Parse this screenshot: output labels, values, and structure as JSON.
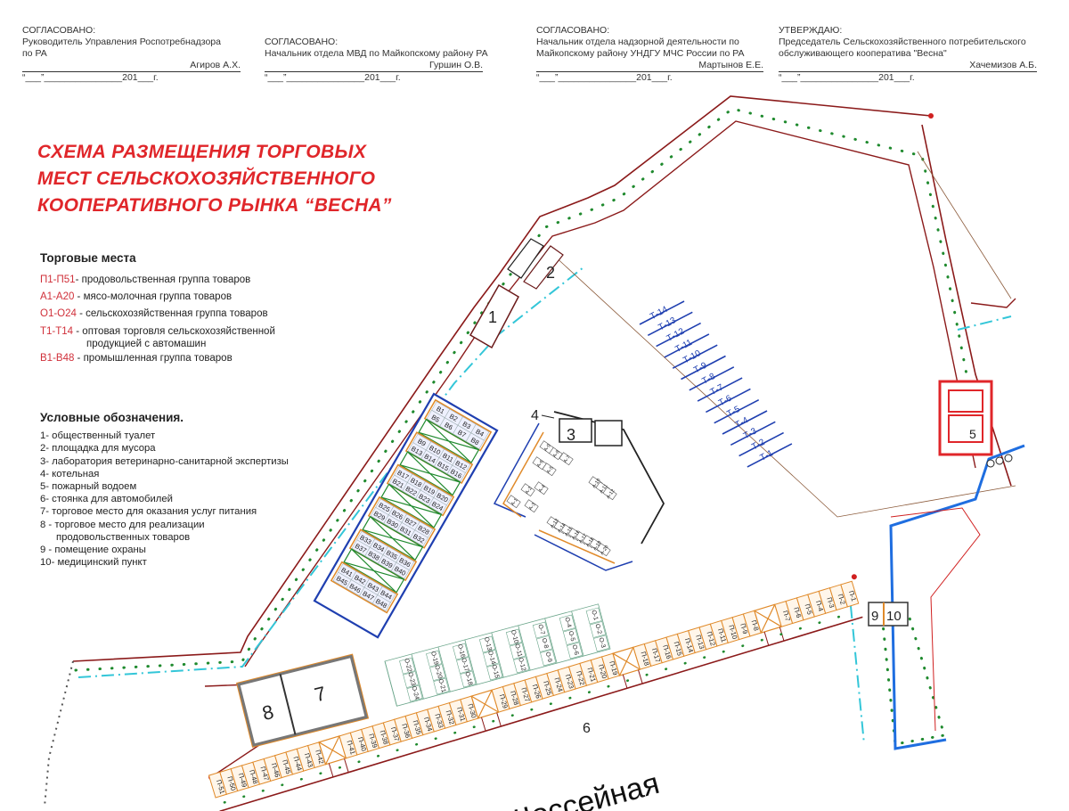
{
  "approvals": [
    {
      "heading": "СОГЛАСОВАНО:",
      "position": [
        "Руководитель Управления Роспотребнадзора",
        "по РА"
      ],
      "name": "Агиров А.Х.",
      "date": "“___”_______________201___г."
    },
    {
      "heading": "СОГЛАСОВАНО:",
      "position": [
        "Начальник отдела МВД по Майкопскому району РА"
      ],
      "name": "Гуршин О.В.",
      "date": "“___”_______________201___г."
    },
    {
      "heading": "СОГЛАСОВАНО:",
      "position": [
        "Начальник отдела надзорной деятельности по",
        "Майкопскому району УНДГУ МЧС России по РА"
      ],
      "name": "Мартынов Е.Е.",
      "date": "“___”_______________201___г."
    },
    {
      "heading": "УТВЕРЖДАЮ:",
      "position": [
        "Председатель Сельскохозяйственного потребительского",
        "обслуживающего кооператива \"Весна\""
      ],
      "name": "Хачемизов А.Б.",
      "date": "“___”_______________201___г."
    }
  ],
  "title": [
    "СХЕМА РАЗМЕЩЕНИЯ ТОРГОВЫХ",
    "МЕСТ  СЕЛЬСКОХОЗЯЙСТВЕННОГО",
    "КООПЕРАТИВНОГО  РЫНКА “ВЕСНА”"
  ],
  "legend_stalls": {
    "heading": "Торговые места",
    "items": [
      {
        "code": "П1-П51",
        "desc": "-  продовольственная группа товаров"
      },
      {
        "code": "А1-А20",
        "desc": " - мясо-молочная группа товаров"
      },
      {
        "code": "О1-О24",
        "desc": " - сельскохозяйственная группа товаров"
      },
      {
        "code": "Т1-Т14",
        "desc": " - оптовая  торговля сельскохозяйственной",
        "desc2": "продукцией с автомашин"
      },
      {
        "code": "В1-В48",
        "desc": " - промышленная группа товаров"
      }
    ]
  },
  "legend_symbols": {
    "heading": "Условные обозначения.",
    "items": [
      "1- общественный туалет",
      "2- площадка для мусора",
      "3- лаборатория ветеринарно-санитарной экспертизы",
      "4- котельная",
      "5- пожарный водоем",
      "6- стоянка для автомобилей",
      "7- торговое место для оказания услуг питания",
      "8 - торговое место для реализации",
      "     продовольственных товаров",
      "9 - помещение охраны",
      "10- медицинский пункт"
    ]
  },
  "map": {
    "markers": {
      "m1": "1",
      "m2": "2",
      "m3": "3",
      "m4": "4",
      "m5": "5",
      "m6": "6",
      "m7": "7",
      "m8": "8",
      "m9": "9",
      "m10": "10"
    },
    "street": "Шоссейная",
    "colors": {
      "boundary": "#8b1a1a",
      "green": "#1f8a2e",
      "cyan": "#33c6d8",
      "blue": "#1f3fb0",
      "orange": "#e08a2a",
      "red": "#e0262a"
    },
    "stalls_B": [
      "В1",
      "В2",
      "В3",
      "В4",
      "В5",
      "В6",
      "В7",
      "В8",
      "В9",
      "В10",
      "В11",
      "В12",
      "В13",
      "В14",
      "В15",
      "В16",
      "В17",
      "В18",
      "В19",
      "В20",
      "В21",
      "В22",
      "В23",
      "В24",
      "В25",
      "В26",
      "В27",
      "В28",
      "В29",
      "В30",
      "В31",
      "В32",
      "В33",
      "В34",
      "В35",
      "В36",
      "В37",
      "В38",
      "В39",
      "В40",
      "В41",
      "В42",
      "В43",
      "В44",
      "В45",
      "В46",
      "В47",
      "В48"
    ],
    "stalls_T": [
      "Т-1",
      "Т-2",
      "Т-3",
      "Т-4",
      "Т-5",
      "Т-6",
      "Т-7",
      "Т-8",
      "Т-9",
      "Т-10",
      "Т-11",
      "Т-12",
      "Т-13",
      "Т-14"
    ],
    "stalls_O": [
      "О-1",
      "О-2",
      "О-3",
      "О-4",
      "О-5",
      "О-6",
      "О-7",
      "О-8",
      "О-9",
      "О-10",
      "О-11",
      "О-12",
      "О-13",
      "О-14",
      "О-15",
      "О-16",
      "О-17",
      "О-18",
      "О-19",
      "О-20",
      "О-21",
      "О-22",
      "О-23",
      "О-24"
    ],
    "stalls_P": [
      "П-1",
      "П-2",
      "П-3",
      "П-4",
      "П-5",
      "П-6",
      "П-7",
      "П-8",
      "П-9",
      "П-10",
      "П-11",
      "П-12",
      "П-13",
      "П-14",
      "П-15",
      "П-16",
      "П-17",
      "П-18",
      "П-19",
      "П-20",
      "П-21",
      "П-22",
      "П-23",
      "П-24",
      "П-25",
      "П-26",
      "П-27",
      "П-28",
      "П-29",
      "П-30",
      "П-31",
      "П-32",
      "П-33",
      "П-34",
      "П-35",
      "П-36",
      "П-37",
      "П-38",
      "П-39",
      "П-40",
      "П-41",
      "П-42",
      "П-43",
      "П-44",
      "П-45",
      "П-46",
      "П-47",
      "П-48",
      "П-49",
      "П-50",
      "П-51"
    ],
    "stalls_A": [
      "А-1",
      "А-2",
      "А-3",
      "А-4",
      "А-5",
      "А-6",
      "А-7",
      "А-8",
      "А-9",
      "А-10",
      "А-11",
      "А-12",
      "А-13",
      "А-14",
      "А-15",
      "А-16",
      "А-17",
      "А-18",
      "А-19",
      "А-20"
    ]
  }
}
